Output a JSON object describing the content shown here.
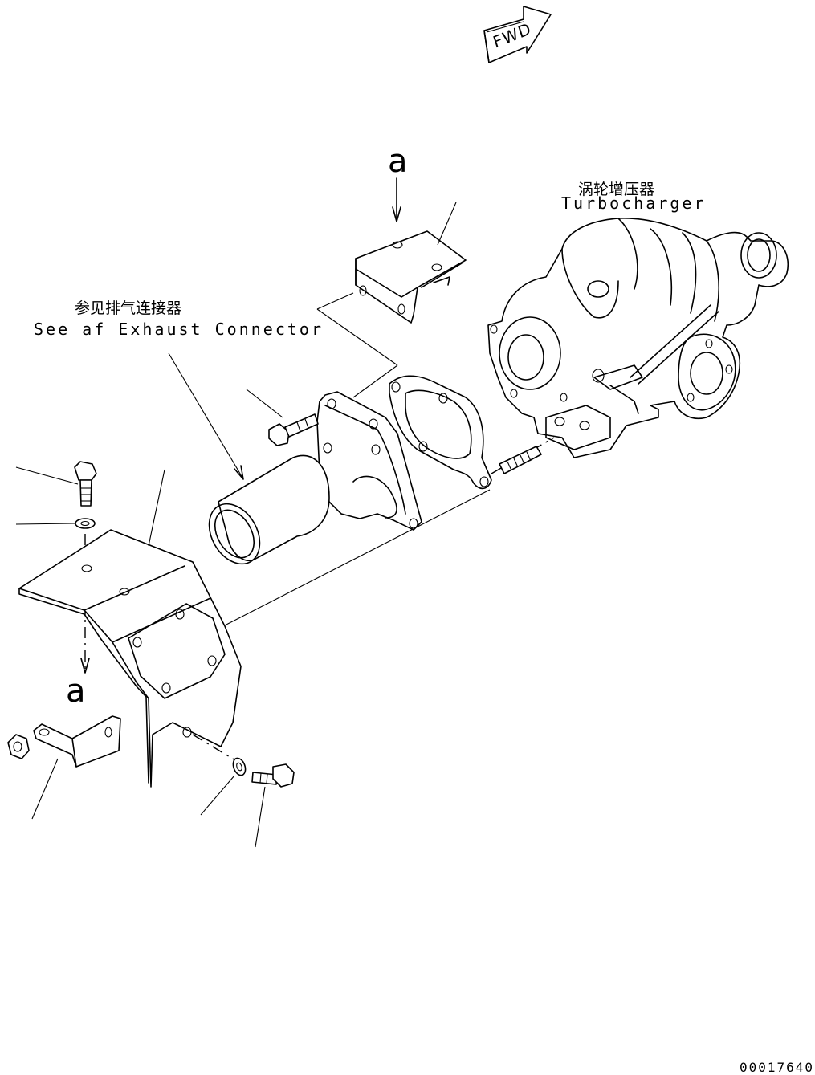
{
  "fwd_label": "FWD",
  "turbocharger": {
    "label_cn": "涡轮增压器",
    "label_en": "Turbocharger"
  },
  "exhaust_connector": {
    "label_cn": "参见排气连接器",
    "label_en": "See af Exhaust Connector"
  },
  "view_ref": {
    "top": "a",
    "bottom": "a"
  },
  "part_number": "00017640"
}
